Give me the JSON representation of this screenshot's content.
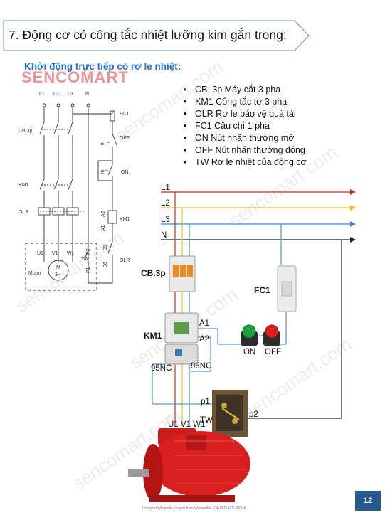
{
  "title": "7. Động cơ có công tắc nhiệt lưỡng kim gắn trong:",
  "subtitle": "Khởi động trực tiếp có rơ le nhiệt:",
  "logo": "SENCOMART",
  "watermark": "sencomart.com",
  "legend": [
    "CB. 3p Máy cắt 3 pha",
    "KM1 Công tắc tơ 3 pha",
    "OLR Rơ le bảo vệ quá tải",
    "FC1 Cầu chì 1 pha",
    "ON Nút nhấn thường mở",
    "OFF Nút nhấn thường đóng",
    "TW Rơ le nhiệt của động cơ"
  ],
  "schematic": {
    "L1": "L1",
    "L2": "L2",
    "L3": "L3",
    "N": "N",
    "cb": "CB.3p",
    "fc1": "FC1",
    "off": "OFF",
    "on": "ON",
    "km1": "KM1",
    "olr": "OLR",
    "olr_right": "OLR",
    "u1": "U1",
    "v1": "V1",
    "w1": "W1",
    "p2": "P2",
    "p1": "P1",
    "tw": "TW",
    "a1": "A1",
    "a2": "A2",
    "t95": "95",
    "t96": "96",
    "motor": "Motor",
    "m": "M",
    "m3": "3~",
    "e": "E"
  },
  "wiring": {
    "L1": "L1",
    "L2": "L2",
    "L3": "L3",
    "N": "N",
    "cb": "CB.3p",
    "fc1": "FC1",
    "km1": "KM1",
    "a1": "A1",
    "a2": "A2",
    "on": "ON",
    "off": "OFF",
    "nc95": "95NC",
    "nc96": "96NC",
    "p1": "p1",
    "p2": "p2",
    "tw": "TW",
    "uvw": "U1 V1 W1"
  },
  "colors": {
    "L1": "#e02525",
    "L2": "#e8c21a",
    "L3": "#3c86d8",
    "N": "#222222",
    "control": "#5a93cf",
    "page_box": "#245a8e",
    "subtitle": "#1f6fd6",
    "logo": "#e73a3a",
    "motor": "#d8201f"
  },
  "page_number": "12",
  "footer": "Using on Wikipedia images from Wikimedia. GNU FDL/CC-BY-SA..."
}
